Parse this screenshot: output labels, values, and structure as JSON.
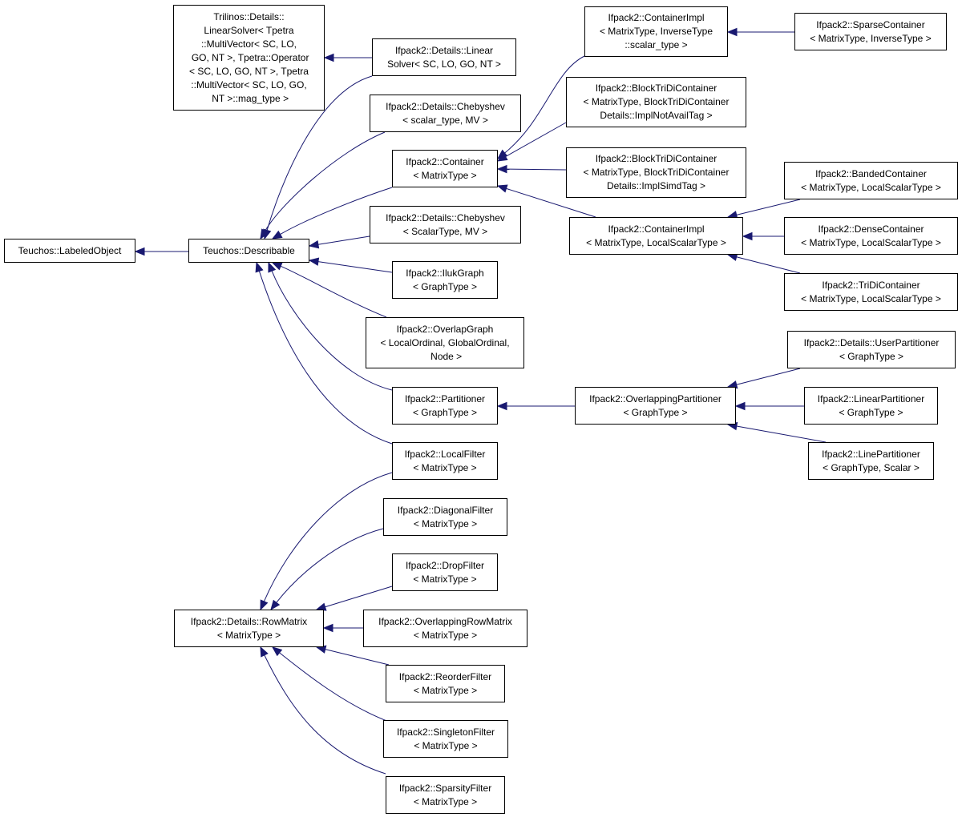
{
  "colors": {
    "edge": "#191970",
    "box_border": "#000000",
    "background": "#ffffff"
  },
  "nodes": [
    {
      "id": "labeled_object",
      "lines": [
        "Teuchos::LabeledObject"
      ]
    },
    {
      "id": "describable",
      "lines": [
        "Teuchos::Describable"
      ]
    },
    {
      "id": "trilinos_linear_solver",
      "lines": [
        "Trilinos::Details::",
        "LinearSolver< Tpetra",
        "::MultiVector< SC, LO,",
        " GO, NT >, Tpetra::Operator",
        "< SC, LO, GO, NT >, Tpetra",
        "::MultiVector< SC, LO, GO,",
        " NT >::mag_type >"
      ]
    },
    {
      "id": "details_linear_solver",
      "lines": [
        "Ifpack2::Details::Linear",
        "Solver< SC, LO, GO, NT >"
      ]
    },
    {
      "id": "chebyshev_scalar_type",
      "lines": [
        "Ifpack2::Details::Chebyshev",
        "< scalar_type, MV >"
      ]
    },
    {
      "id": "container",
      "lines": [
        "Ifpack2::Container",
        "< MatrixType >"
      ]
    },
    {
      "id": "chebyshev_ScalarType",
      "lines": [
        "Ifpack2::Details::Chebyshev",
        "< ScalarType, MV >"
      ]
    },
    {
      "id": "iluk_graph",
      "lines": [
        "Ifpack2::IlukGraph",
        "< GraphType >"
      ]
    },
    {
      "id": "overlap_graph",
      "lines": [
        "Ifpack2::OverlapGraph",
        "< LocalOrdinal, GlobalOrdinal,",
        " Node >"
      ]
    },
    {
      "id": "partitioner",
      "lines": [
        "Ifpack2::Partitioner",
        "< GraphType >"
      ]
    },
    {
      "id": "local_filter",
      "lines": [
        "Ifpack2::LocalFilter",
        "< MatrixType >"
      ]
    },
    {
      "id": "container_impl_inverse",
      "lines": [
        "Ifpack2::ContainerImpl",
        "< MatrixType, InverseType",
        "::scalar_type >"
      ]
    },
    {
      "id": "sparse_container",
      "lines": [
        "Ifpack2::SparseContainer",
        "< MatrixType, InverseType >"
      ]
    },
    {
      "id": "blocktridi_notavail",
      "lines": [
        "Ifpack2::BlockTriDiContainer",
        "< MatrixType, BlockTriDiContainer",
        "Details::ImplNotAvailTag >"
      ]
    },
    {
      "id": "blocktridi_simd",
      "lines": [
        "Ifpack2::BlockTriDiContainer",
        "< MatrixType, BlockTriDiContainer",
        "Details::ImplSimdTag >"
      ]
    },
    {
      "id": "container_impl_local",
      "lines": [
        "Ifpack2::ContainerImpl",
        "< MatrixType, LocalScalarType >"
      ]
    },
    {
      "id": "banded_container",
      "lines": [
        "Ifpack2::BandedContainer",
        "< MatrixType, LocalScalarType >"
      ]
    },
    {
      "id": "dense_container",
      "lines": [
        "Ifpack2::DenseContainer",
        "< MatrixType, LocalScalarType >"
      ]
    },
    {
      "id": "tridi_container",
      "lines": [
        "Ifpack2::TriDiContainer",
        "< MatrixType, LocalScalarType >"
      ]
    },
    {
      "id": "overlapping_partitioner",
      "lines": [
        "Ifpack2::OverlappingPartitioner",
        "< GraphType >"
      ]
    },
    {
      "id": "user_partitioner",
      "lines": [
        "Ifpack2::Details::UserPartitioner",
        "< GraphType >"
      ]
    },
    {
      "id": "linear_partitioner",
      "lines": [
        "Ifpack2::LinearPartitioner",
        "< GraphType >"
      ]
    },
    {
      "id": "line_partitioner",
      "lines": [
        "Ifpack2::LinePartitioner",
        "< GraphType, Scalar >"
      ]
    },
    {
      "id": "row_matrix",
      "lines": [
        "Ifpack2::Details::RowMatrix",
        "< MatrixType >"
      ]
    },
    {
      "id": "diagonal_filter",
      "lines": [
        "Ifpack2::DiagonalFilter",
        "< MatrixType >"
      ]
    },
    {
      "id": "drop_filter",
      "lines": [
        "Ifpack2::DropFilter",
        "< MatrixType >"
      ]
    },
    {
      "id": "overlapping_row_matrix",
      "lines": [
        "Ifpack2::OverlappingRowMatrix",
        "< MatrixType >"
      ]
    },
    {
      "id": "reorder_filter",
      "lines": [
        "Ifpack2::ReorderFilter",
        "< MatrixType >"
      ]
    },
    {
      "id": "singleton_filter",
      "lines": [
        "Ifpack2::SingletonFilter",
        "< MatrixType >"
      ]
    },
    {
      "id": "sparsity_filter",
      "lines": [
        "Ifpack2::SparsityFilter",
        "< MatrixType >"
      ]
    }
  ],
  "edges": [
    {
      "from": "describable",
      "to": "labeled_object"
    },
    {
      "from": "details_linear_solver",
      "to": "trilinos_linear_solver"
    },
    {
      "from": "details_linear_solver",
      "to": "describable"
    },
    {
      "from": "chebyshev_scalar_type",
      "to": "describable"
    },
    {
      "from": "container",
      "to": "describable"
    },
    {
      "from": "chebyshev_ScalarType",
      "to": "describable"
    },
    {
      "from": "iluk_graph",
      "to": "describable"
    },
    {
      "from": "overlap_graph",
      "to": "describable"
    },
    {
      "from": "partitioner",
      "to": "describable"
    },
    {
      "from": "local_filter",
      "to": "describable"
    },
    {
      "from": "container_impl_inverse",
      "to": "container"
    },
    {
      "from": "blocktridi_notavail",
      "to": "container"
    },
    {
      "from": "blocktridi_simd",
      "to": "container"
    },
    {
      "from": "container_impl_local",
      "to": "container"
    },
    {
      "from": "sparse_container",
      "to": "container_impl_inverse"
    },
    {
      "from": "banded_container",
      "to": "container_impl_local"
    },
    {
      "from": "dense_container",
      "to": "container_impl_local"
    },
    {
      "from": "tridi_container",
      "to": "container_impl_local"
    },
    {
      "from": "overlapping_partitioner",
      "to": "partitioner"
    },
    {
      "from": "user_partitioner",
      "to": "overlapping_partitioner"
    },
    {
      "from": "linear_partitioner",
      "to": "overlapping_partitioner"
    },
    {
      "from": "line_partitioner",
      "to": "overlapping_partitioner"
    },
    {
      "from": "local_filter",
      "to": "row_matrix"
    },
    {
      "from": "diagonal_filter",
      "to": "row_matrix"
    },
    {
      "from": "drop_filter",
      "to": "row_matrix"
    },
    {
      "from": "overlapping_row_matrix",
      "to": "row_matrix"
    },
    {
      "from": "reorder_filter",
      "to": "row_matrix"
    },
    {
      "from": "singleton_filter",
      "to": "row_matrix"
    },
    {
      "from": "sparsity_filter",
      "to": "row_matrix"
    }
  ]
}
